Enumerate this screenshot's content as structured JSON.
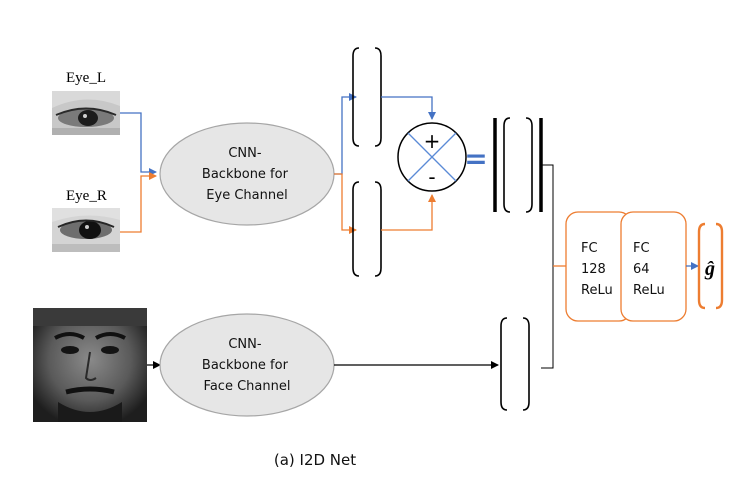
{
  "inputs": {
    "eye_left_label": "Eye_L",
    "eye_right_label": "Eye_R"
  },
  "backbones": {
    "eye": [
      "CNN-",
      "Backbone for",
      "Eye Channel"
    ],
    "face": [
      "CNN-",
      "Backbone for",
      "Face Channel"
    ]
  },
  "operators": {
    "plus": "+",
    "minus": "-",
    "equals": "="
  },
  "fc_layers": [
    {
      "lines": [
        "FC",
        "128",
        "ReLu"
      ]
    },
    {
      "lines": [
        "FC",
        "64",
        "ReLu"
      ]
    }
  ],
  "output_symbol": "ĝ",
  "caption": "(a) I2D Net",
  "colors": {
    "eye_left_line": "#4472c4",
    "eye_right_line": "#ed7d31",
    "face_line": "#000000",
    "backbone_fill": "#e6e6e6",
    "backbone_stroke": "#a6a6a6",
    "fc_stroke": "#ed7d31",
    "equals_color": "#4472c4"
  }
}
